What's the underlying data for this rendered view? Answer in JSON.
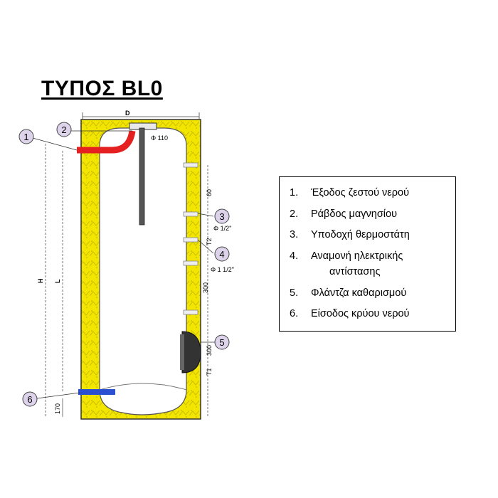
{
  "title": "ΤΥΠΟΣ BL0",
  "dimensions": {
    "D": "D",
    "phi110": "Φ 110",
    "phi_half": "Φ 1/2\"",
    "phi_one_half": "Φ 1 1/2\"",
    "H": "H",
    "L": "L",
    "T2": "T2",
    "T1": "T1",
    "d300_top": "300",
    "d300_bottom": "300",
    "d170": "170",
    "d60": "60"
  },
  "callouts": [
    "1",
    "2",
    "3",
    "4",
    "5",
    "6"
  ],
  "legend": [
    {
      "num": "1.",
      "text": "Έξοδος ζεστού νερού"
    },
    {
      "num": "2.",
      "text": "Ράβδος μαγνησίου"
    },
    {
      "num": "3.",
      "text": "Υποδοχή θερμοστάτη"
    },
    {
      "num": "4.",
      "text": "Αναμονή ηλεκτρικής",
      "cont": "αντίστασης"
    },
    {
      "num": "5.",
      "text": "Φλάντζα καθαρισμού"
    },
    {
      "num": "6.",
      "text": "Είσοδος κρύου νερού"
    }
  ],
  "colors": {
    "insulation": "#f2e600",
    "tank": "#ffffff",
    "hot_pipe": "#e52020",
    "cold_pipe": "#2a4fd1",
    "anode": "#555555",
    "callout_fill": "#ddd4ec"
  }
}
